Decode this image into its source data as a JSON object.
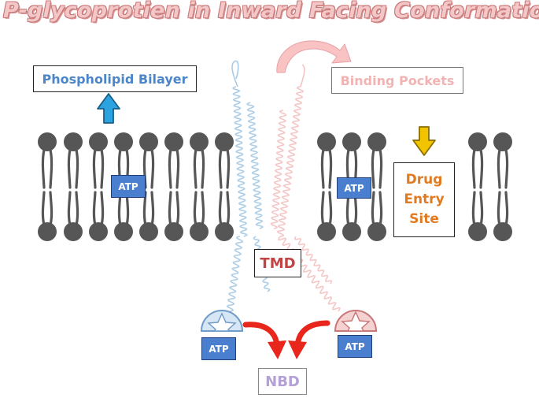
{
  "title": "P-glycoprotien in Inward Facing Conformation",
  "labels": {
    "phospholipid_bilayer": "Phospholipid Bilayer",
    "binding_pockets": "Binding Pockets",
    "drug_entry_site": [
      "Drug",
      "Entry",
      "Site"
    ],
    "tmd": "TMD",
    "nbd": "NBD"
  },
  "atp_tags": [
    "ATP",
    "ATP",
    "ATP",
    "ATP"
  ],
  "colors": {
    "lipid": "#565656",
    "helix_blue": "#a9cbe6",
    "helix_pink": "#f4c3c3",
    "arrow_red": "#e8261b",
    "arrow_blue": "#2aa3e0",
    "arrow_yellow": "#f2c400",
    "curved_arrow_pink": "#f7b6b8",
    "atp_fill": "#4a7fd0"
  },
  "icons": [
    "up-arrow-icon",
    "down-arrow-icon",
    "curved-arrow-icon",
    "nbd-blue-icon",
    "nbd-pink-icon",
    "red-curved-arrow-icon"
  ]
}
